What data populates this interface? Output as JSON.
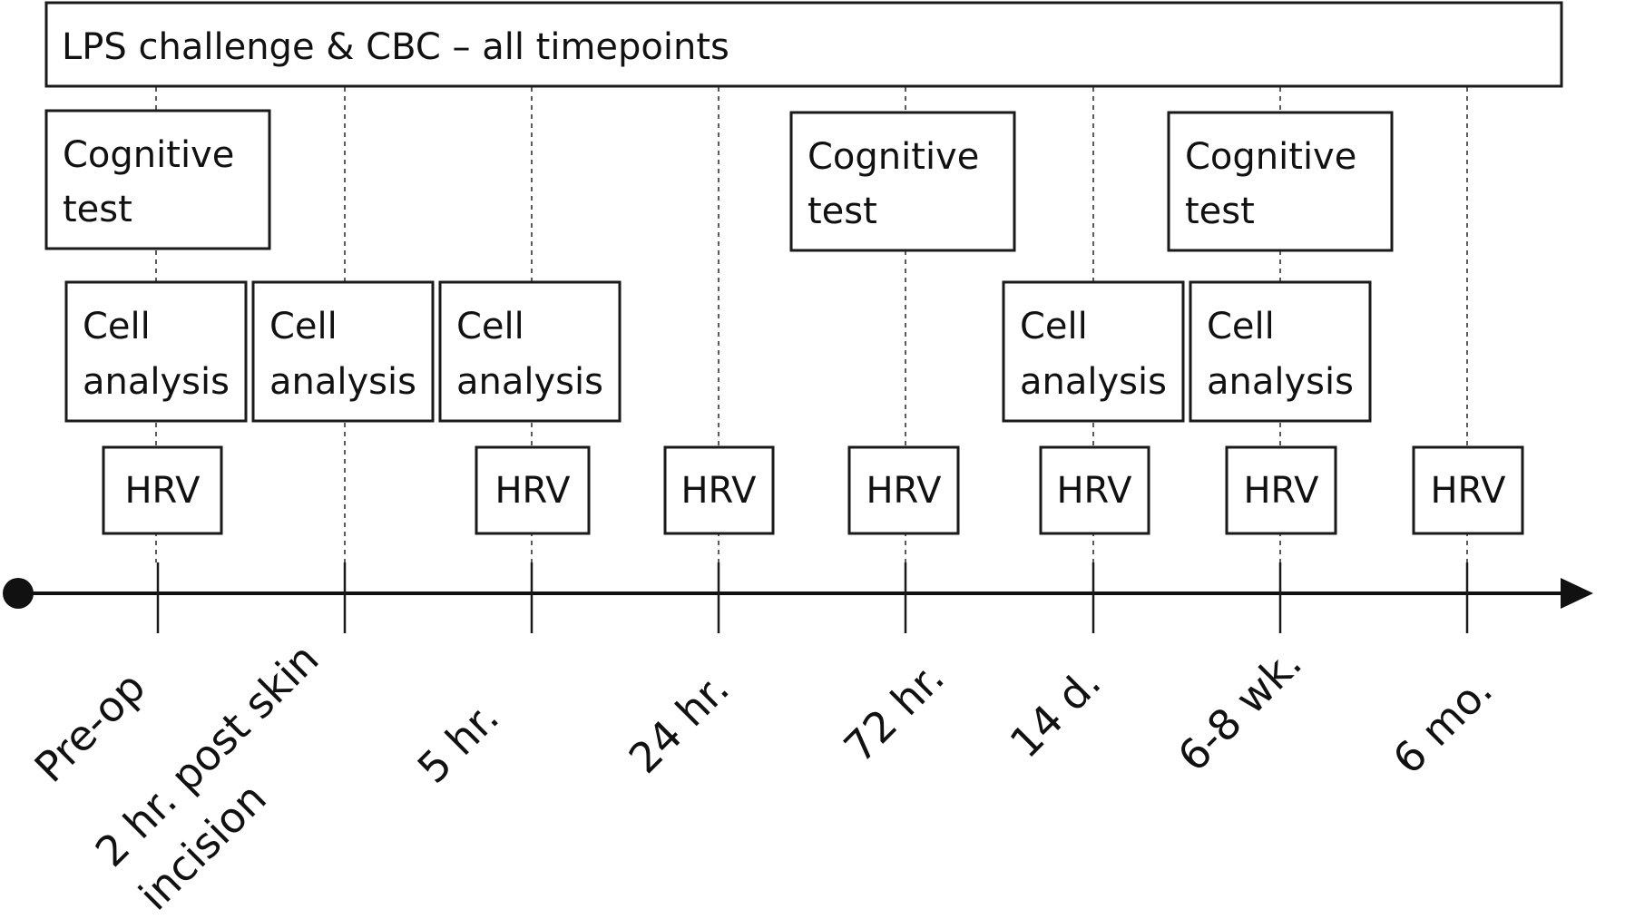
{
  "header_box": {
    "text": "LPS challenge & CBC – all timepoints"
  },
  "cognitive_test": {
    "line1": "Cognitive",
    "line2": "test"
  },
  "cell_analysis": {
    "line1": "Cell",
    "line2": "analysis"
  },
  "hrv": {
    "label": "HRV"
  },
  "timepoints": [
    {
      "label": "Pre-op",
      "cognitive_test": true,
      "cell_analysis": true,
      "hrv": true
    },
    {
      "label": "2 hr. post skin",
      "label2": "incision",
      "cognitive_test": false,
      "cell_analysis": true,
      "hrv": false
    },
    {
      "label": "5 hr.",
      "cognitive_test": false,
      "cell_analysis": true,
      "hrv": true
    },
    {
      "label": "24 hr.",
      "cognitive_test": false,
      "cell_analysis": false,
      "hrv": true
    },
    {
      "label": "72 hr.",
      "cognitive_test": true,
      "cell_analysis": false,
      "hrv": true
    },
    {
      "label": "14 d.",
      "cognitive_test": false,
      "cell_analysis": true,
      "hrv": true
    },
    {
      "label": "6-8 wk.",
      "cognitive_test": true,
      "cell_analysis": true,
      "hrv": true
    },
    {
      "label": "6 mo.",
      "cognitive_test": false,
      "cell_analysis": false,
      "hrv": true
    }
  ],
  "colors": {
    "stroke": "#1a1a1a",
    "text": "#111111",
    "background": "#ffffff"
  }
}
